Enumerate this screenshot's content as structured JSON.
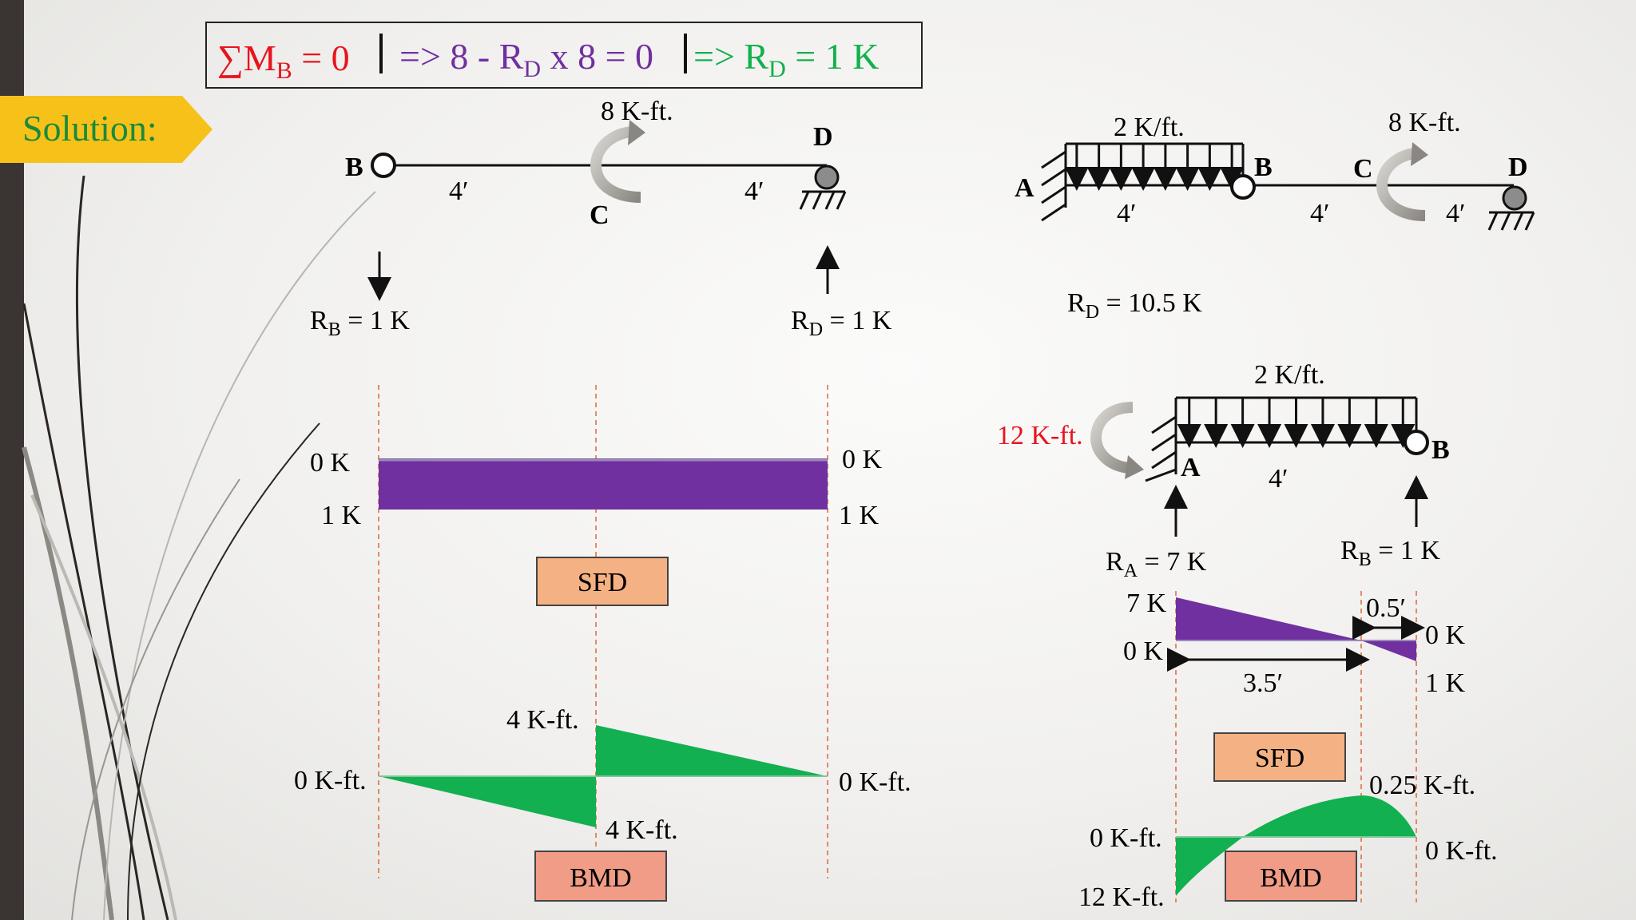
{
  "banner": {
    "solution_label": "Solution:"
  },
  "equation": {
    "part1_sum": "∑",
    "part1_m": "M",
    "part1_sub": "B",
    "part1_rest": " = 0",
    "part2_a": "=> 8 - R",
    "part2_sub": "D",
    "part2_b": " x 8 = 0",
    "part3_a": "=> R",
    "part3_sub": "D",
    "part3_b": " = 1 K"
  },
  "left_beam": {
    "moment_label": "8 K-ft.",
    "node_b": "B",
    "node_c": "C",
    "node_d": "D",
    "span_bc": "4′",
    "span_cd": "4′",
    "reaction_b": {
      "main": "R",
      "sub": "B",
      "rest": " = 1 K"
    },
    "reaction_d": {
      "main": "R",
      "sub": "D",
      "rest": " = 1 K"
    }
  },
  "left_sfd": {
    "label": "SFD",
    "left_top": "0 K",
    "left_bottom": "1 K",
    "right_top": "0 K",
    "right_bottom": "1 K"
  },
  "left_bmd": {
    "label": "BMD",
    "left": "0 K-ft.",
    "right": "0 K-ft.",
    "peak_top": "4 K-ft.",
    "peak_bottom": "4 K-ft."
  },
  "right_beam": {
    "load_label": "2 K/ft.",
    "moment_label": "8 K-ft.",
    "node_a": "A",
    "node_b": "B",
    "node_c": "C",
    "node_d": "D",
    "span_ab": "4′",
    "span_bc": "4′",
    "span_cd": "4′",
    "reaction_d": {
      "main": "R",
      "sub": "D",
      "rest": " = 10.5 K"
    }
  },
  "right_fbd": {
    "load_label": "2 K/ft.",
    "moment_label": "12 K-ft.",
    "node_a": "A",
    "node_b": "B",
    "span_ab": "4′",
    "reaction_a": {
      "main": "R",
      "sub": "A",
      "rest": " = 7 K"
    },
    "reaction_b": {
      "main": "R",
      "sub": "B",
      "rest": " = 1 K"
    }
  },
  "right_sfd": {
    "label": "SFD",
    "left_top": "7 K",
    "left_bottom": "0 K",
    "right_top": "0 K",
    "right_bottom": "1 K",
    "dim_left": "3.5′",
    "dim_right": "0.5′"
  },
  "right_bmd": {
    "label": "BMD",
    "left_top": "0 K-ft.",
    "left_bottom": "12 K-ft.",
    "peak": "0.25 K-ft.",
    "right": "0 K-ft."
  },
  "colors": {
    "red": "#e8141c",
    "purple": "#7030a0",
    "green": "#11b14b",
    "sfd_fill": "#7030a0",
    "bmd_fill": "#12b050",
    "label_box": "#f4b183",
    "label_box_bmd": "#f19c86",
    "banner": "#f6c21a",
    "dash": "#d9693a"
  }
}
